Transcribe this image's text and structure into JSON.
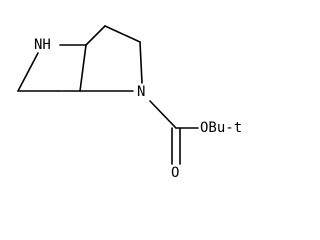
{
  "structure": {
    "labels": {
      "nh": "NH",
      "n": "N",
      "o_double": "O",
      "o_but": "OBu-t"
    }
  }
}
